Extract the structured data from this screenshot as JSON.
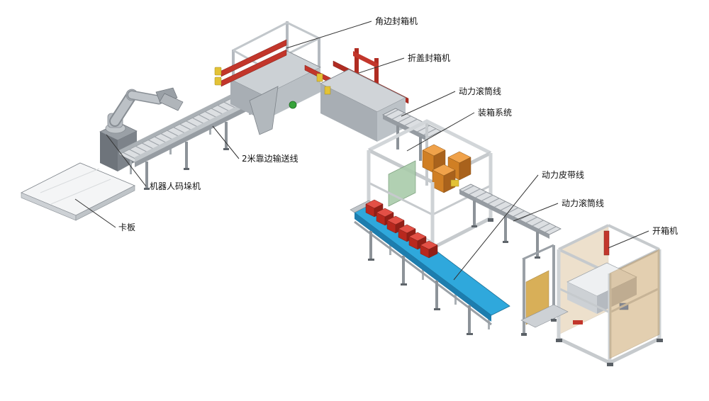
{
  "diagram": {
    "background": "#ffffff",
    "labels": {
      "corner_sealer": "角边封箱机",
      "flap_sealer": "折盖封箱机",
      "power_roller_line_1": "动力滚筒线",
      "case_packing_system": "装箱系统",
      "power_belt_line": "动力皮带线",
      "power_roller_line_2": "动力滚筒线",
      "case_erector": "开箱机",
      "edge_conveyor_2m": "2米靠边输送线",
      "palletizing_robot": "机器人码垛机",
      "pallet": "卡板"
    },
    "colors": {
      "machine_light": "#d6dadd",
      "machine_mid": "#b3b9be",
      "machine_dark": "#8d9399",
      "accent_red": "#c2362b",
      "belt_blue": "#2fa8dc",
      "box_orange": "#e0892b",
      "box_red": "#cc3a2e",
      "panel_tan": "#c9a063",
      "panel_green": "#a9cbaa",
      "accent_yellow": "#e3c236",
      "accent_green": "#36a23a",
      "accent_blue": "#3a6fc4"
    }
  }
}
